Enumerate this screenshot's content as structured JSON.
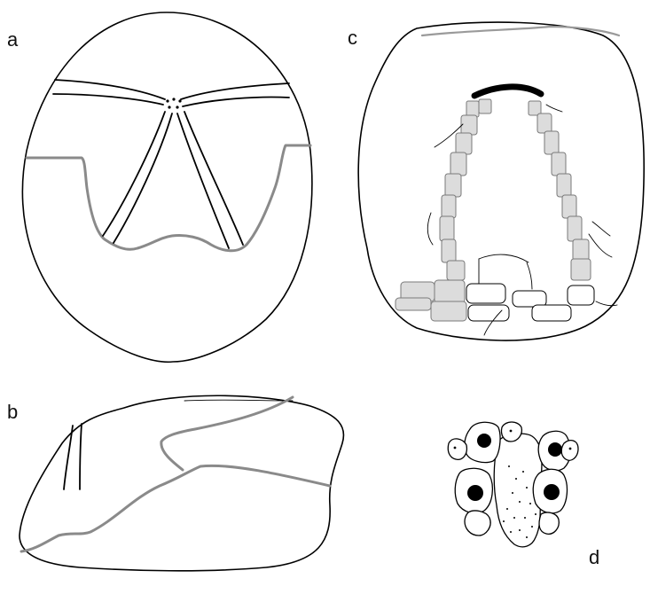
{
  "panels": {
    "a": {
      "label": "a"
    },
    "b": {
      "label": "b"
    },
    "c": {
      "label": "c"
    },
    "d": {
      "label": "d"
    }
  },
  "colors": {
    "outline": "#000000",
    "suture": "#8a8a8a",
    "plate_fill": "#dcdcdc",
    "background": "#ffffff"
  }
}
